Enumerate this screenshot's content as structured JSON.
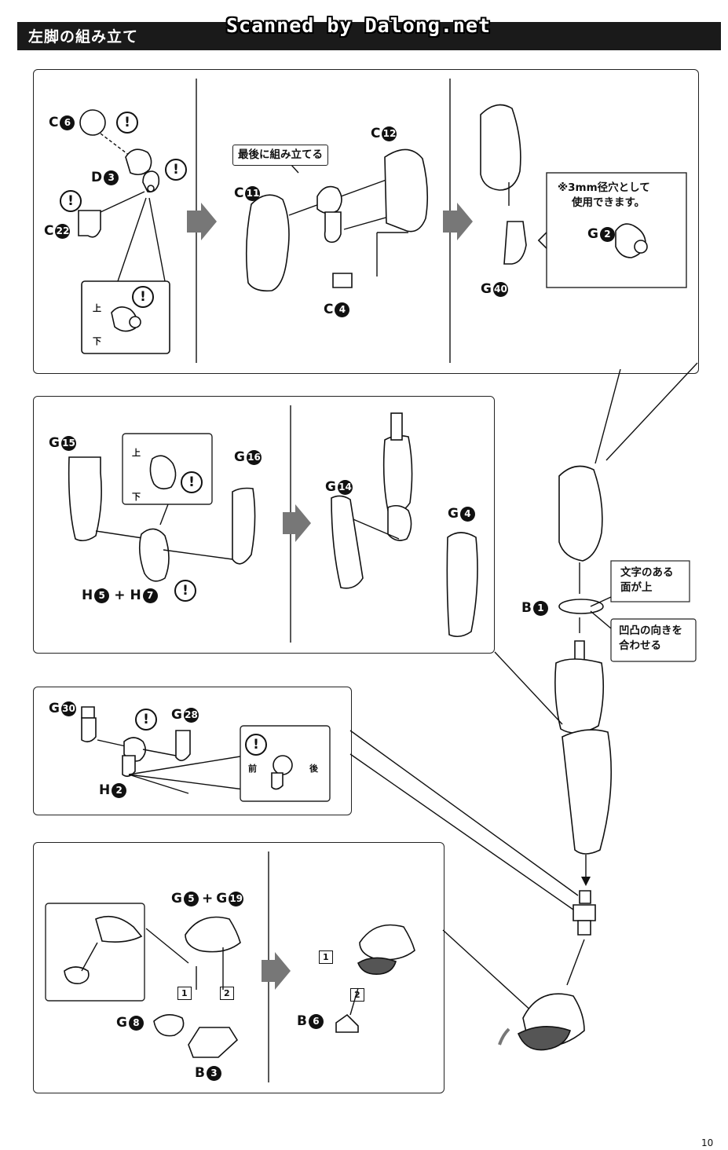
{
  "header": {
    "title": "左脚の組み立て",
    "watermark": "Scanned by Dalong.net"
  },
  "labels": {
    "c6": "C",
    "c6_num": "6",
    "d3": "D",
    "d3_num": "3",
    "c22": "C",
    "c22_num": "22",
    "c11": "C",
    "c11_num": "11",
    "c12": "C",
    "c12_num": "12",
    "c4": "C",
    "c4_num": "4",
    "g40": "G",
    "g40_num": "40",
    "g2": "G",
    "g2_num": "2",
    "g15": "G",
    "g15_num": "15",
    "g16": "G",
    "g16_num": "16",
    "h5h7": "H",
    "h5_num": "5",
    "plus1": "+",
    "h7": "H",
    "h7_num": "7",
    "g14": "G",
    "g14_num": "14",
    "g4": "G",
    "g4_num": "4",
    "b1": "B",
    "b1_num": "1",
    "g30": "G",
    "g30_num": "30",
    "g28": "G",
    "g28_num": "28",
    "h2": "H",
    "h2_num": "2",
    "g5g19": "G",
    "g5_num": "5",
    "plus2": "+",
    "g19": "G",
    "g19_num": "19",
    "g8": "G",
    "g8_num": "8",
    "b3": "B",
    "b3_num": "3",
    "b6": "B",
    "b6_num": "6"
  },
  "notes": {
    "assemble_last": "最後に組み立てる",
    "hole_note_line1": "※3mm径穴として",
    "hole_note_line2": "使用できます。",
    "text_side_line1": "文字のある",
    "text_side_line2": "面が上",
    "align_line1": "凹凸の向きを",
    "align_line2": "合わせる",
    "up1": "上",
    "down1": "下",
    "up2": "上",
    "down2": "下",
    "front": "前",
    "back": "後",
    "step1a": "1",
    "step2a": "2",
    "step1b": "1",
    "step2b": "2"
  },
  "page_number": "10"
}
